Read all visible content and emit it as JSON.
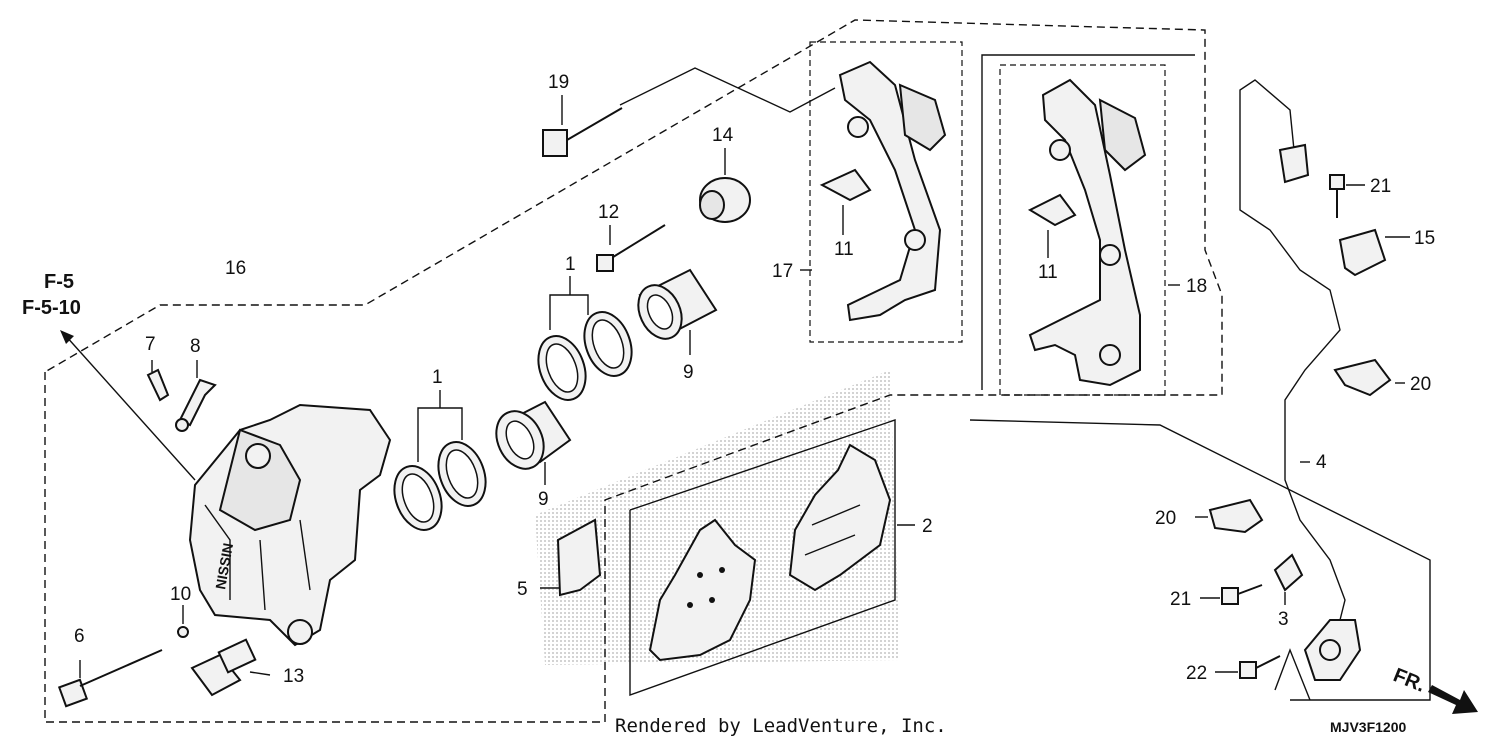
{
  "diagram": {
    "references": [
      "F-5",
      "F-5-10"
    ],
    "callouts": {
      "c1a": "1",
      "c1b": "1",
      "c2": "2",
      "c3": "3",
      "c4": "4",
      "c5": "5",
      "c6": "6",
      "c7": "7",
      "c8": "8",
      "c9a": "9",
      "c9b": "9",
      "c10": "10",
      "c11a": "11",
      "c11b": "11",
      "c12": "12",
      "c13": "13",
      "c14": "14",
      "c15": "15",
      "c16": "16",
      "c17": "17",
      "c18": "18",
      "c19": "19",
      "c20a": "20",
      "c20b": "20",
      "c21a": "21",
      "c21b": "21",
      "c22": "22"
    },
    "direction_label": "FR.",
    "watermark": "NISSIN",
    "footer": "Rendered by LeadVenture, Inc.",
    "diagram_code": "MJV3F1200"
  },
  "colors": {
    "line": "#111111",
    "part_fill": "#f2f2f2",
    "shade": "#bdbdbd"
  }
}
